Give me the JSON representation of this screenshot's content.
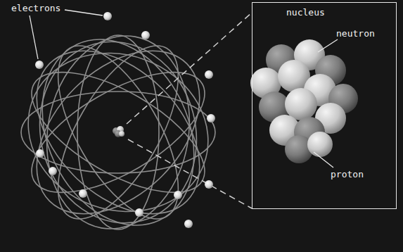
{
  "diagram": {
    "nodes": [
      {
        "text": [
          "nucleus"
        ]
      }
    ],
    "labels": [
      "electrons",
      "neutron",
      "proton"
    ]
  }
}
